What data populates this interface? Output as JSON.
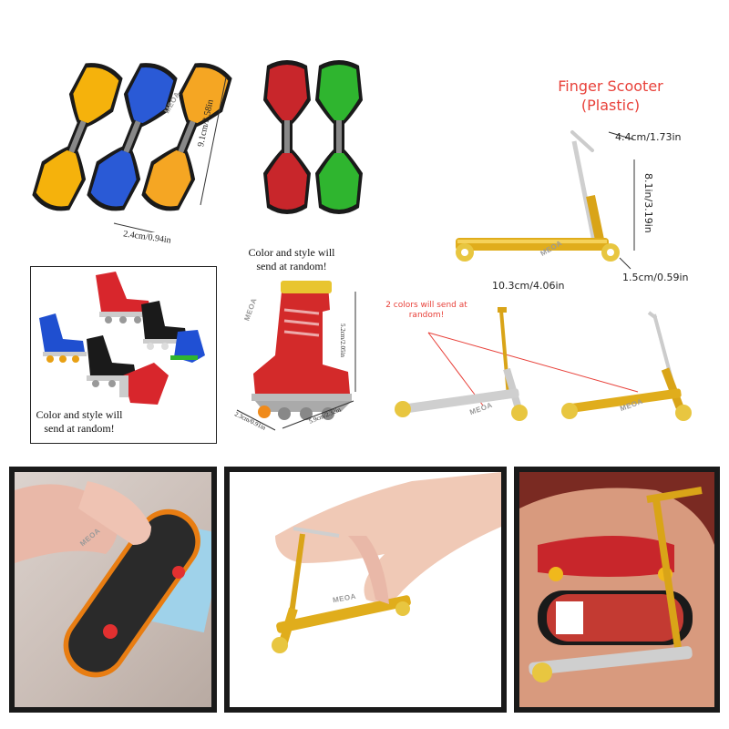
{
  "watermark": "MEOA",
  "waveboards": {
    "colors": [
      "#f5b20c",
      "#2a5ad6",
      "#f5a623",
      "#c8262b",
      "#2fb52f"
    ],
    "note": "Color and style will send at random!",
    "width_label": "2.4cm/0.94in",
    "length_label": "9.1cm/3.58in"
  },
  "skates_group": {
    "note": "Color and style will send at random!"
  },
  "skate_single": {
    "height_label": "5.2cm/2.05in",
    "length_label": "5.9cm/2.32in",
    "width_label": "2.3cm/0.91in"
  },
  "scooter": {
    "title": "Finger Scooter",
    "subtitle": "(Plastic)",
    "handle_label": "4.4cm/1.73in",
    "height_label": "8.1in/3.19in",
    "deck_label": "10.3cm/4.06in",
    "wheel_label": "1.5cm/0.59in",
    "colors_note": "2 colors will send at random!"
  }
}
